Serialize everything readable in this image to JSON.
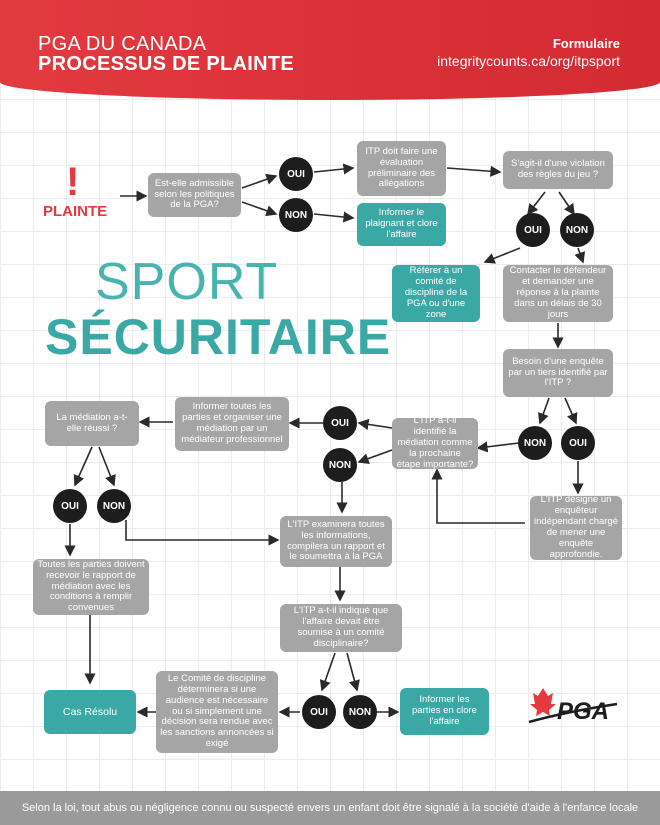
{
  "header": {
    "org": "PGA DU CANADA",
    "title": "PROCESSUS DE PLAINTE",
    "form_label": "Formulaire",
    "url": "integritycounts.ca/org/itpsport"
  },
  "start": {
    "mark": "!",
    "label": "PLAINTE"
  },
  "slogan": {
    "line1": "SPORT",
    "line2": "SÉCURITAIRE"
  },
  "nodes": {
    "admissible": "Est-elle admissible selon les politiques de la PGA?",
    "itp_eval": "ITP doit faire une évaluation préliminaire des allégations",
    "inform_close": "Informer le plaignant et clore l'affaire",
    "violation": "S'agit-il d'une violation des règles du jeu ?",
    "refer_committee": "Référer à un comité de discipline de la PGA ou d'une zone",
    "contact_respondent": "Contacter le défendeur et demander une réponse à la plainte dans un délais de 30 jours",
    "investigation_needed": "Besoin d'une enquête par un tiers identifié par l'ITP ?",
    "mediation_next": "L'ITP a-t-il identifié la médiation comme la prochaine étape importante?",
    "inform_mediator": "Informer toutes les parties et organiser une médiation par un médiateur professionnel",
    "mediation_success": "La médiation a-t-elle réussi ?",
    "itp_investigator": "L'ITP désigne un enquêteur indépendant chargé de mener une enquête approfondie.",
    "itp_review": "L'ITP examinera toutes les informations, compilera un rapport et le soumettra à la PGA",
    "parties_report": "Toutes les parties doivent recevoir le rapport de médiation avec les conditions à remplir convenues",
    "disciplinary_q": "L'ITP a-t-il indiqué que l'affaire devait être soumise à un comité disciplinaire?",
    "committee_decision": "Le Comité de discipline déterminera si une audience est nécessaire ou si simplement une décision sera rendue avec les sanctions annoncées si exigé",
    "inform_parties_close": "Informer les parties en clore l'affaire",
    "resolved": "Cas Résolu"
  },
  "decisions": {
    "yes": "OUI",
    "no": "NON"
  },
  "logo": {
    "text": "PGA"
  },
  "footer": "Selon la loi, tout abus ou négligence connu ou suspecté envers un enfant doit être signalé à la société d'aide à l'enfance locale",
  "colors": {
    "header_red": "#e13a3f",
    "teal": "#3aa9a5",
    "box_gray": "#a5a5a5",
    "circle_black": "#1d1d1d"
  }
}
